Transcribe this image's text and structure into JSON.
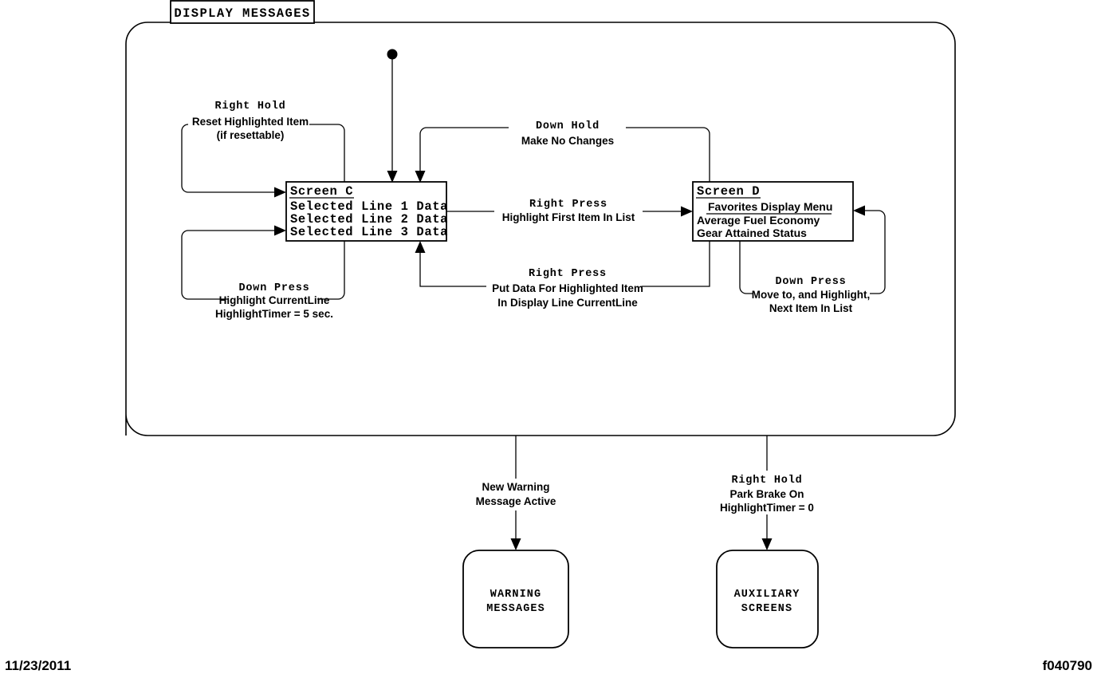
{
  "diagram": {
    "title": "DISPLAY MESSAGES",
    "states": {
      "screen_c": {
        "header": "Screen C",
        "lines": [
          "Selected Line 1 Data",
          "Selected Line 2 Data",
          "Selected Line 3 Data"
        ]
      },
      "screen_d": {
        "header": "Screen D",
        "menu_title": "Favorites Display Menu",
        "items": [
          "Average Fuel Economy",
          "Gear Attained Status"
        ]
      }
    },
    "transitions": [
      {
        "id": "right-hold-reset",
        "event": "Right Hold",
        "action_lines": [
          "Reset Highlighted Item",
          "(if resettable)"
        ]
      },
      {
        "id": "down-press-highlight-currentline",
        "event": "Down Press",
        "action_lines": [
          "Highlight CurrentLine",
          "HighlightTimer = 5 sec."
        ]
      },
      {
        "id": "down-hold-no-changes",
        "event": "Down Hold",
        "action_lines": [
          "Make No Changes"
        ]
      },
      {
        "id": "right-press-highlight-first",
        "event": "Right Press",
        "action_lines": [
          "Highlight First Item In List"
        ]
      },
      {
        "id": "right-press-put-data",
        "event": "Right Press",
        "action_lines": [
          "Put Data For Highlighted Item",
          "In Display Line CurrentLine"
        ]
      },
      {
        "id": "down-press-next-item",
        "event": "Down Press",
        "action_lines": [
          "Move to, and Highlight,",
          "Next Item In List"
        ]
      },
      {
        "id": "new-warning-message",
        "event": "",
        "action_lines": [
          "New Warning",
          "Message Active"
        ]
      },
      {
        "id": "right-hold-park-brake",
        "event": "Right Hold",
        "action_lines": [
          "Park Brake On",
          "HighlightTimer = 0"
        ]
      }
    ],
    "terminals": [
      {
        "id": "warning-messages",
        "lines": [
          "WARNING",
          "MESSAGES"
        ]
      },
      {
        "id": "auxiliary-screens",
        "lines": [
          "AUXILIARY",
          "SCREENS"
        ]
      }
    ]
  },
  "footer": {
    "date": "11/23/2011",
    "figure_id": "f040790"
  },
  "colors": {
    "ink": "#000000",
    "paper": "#ffffff"
  }
}
